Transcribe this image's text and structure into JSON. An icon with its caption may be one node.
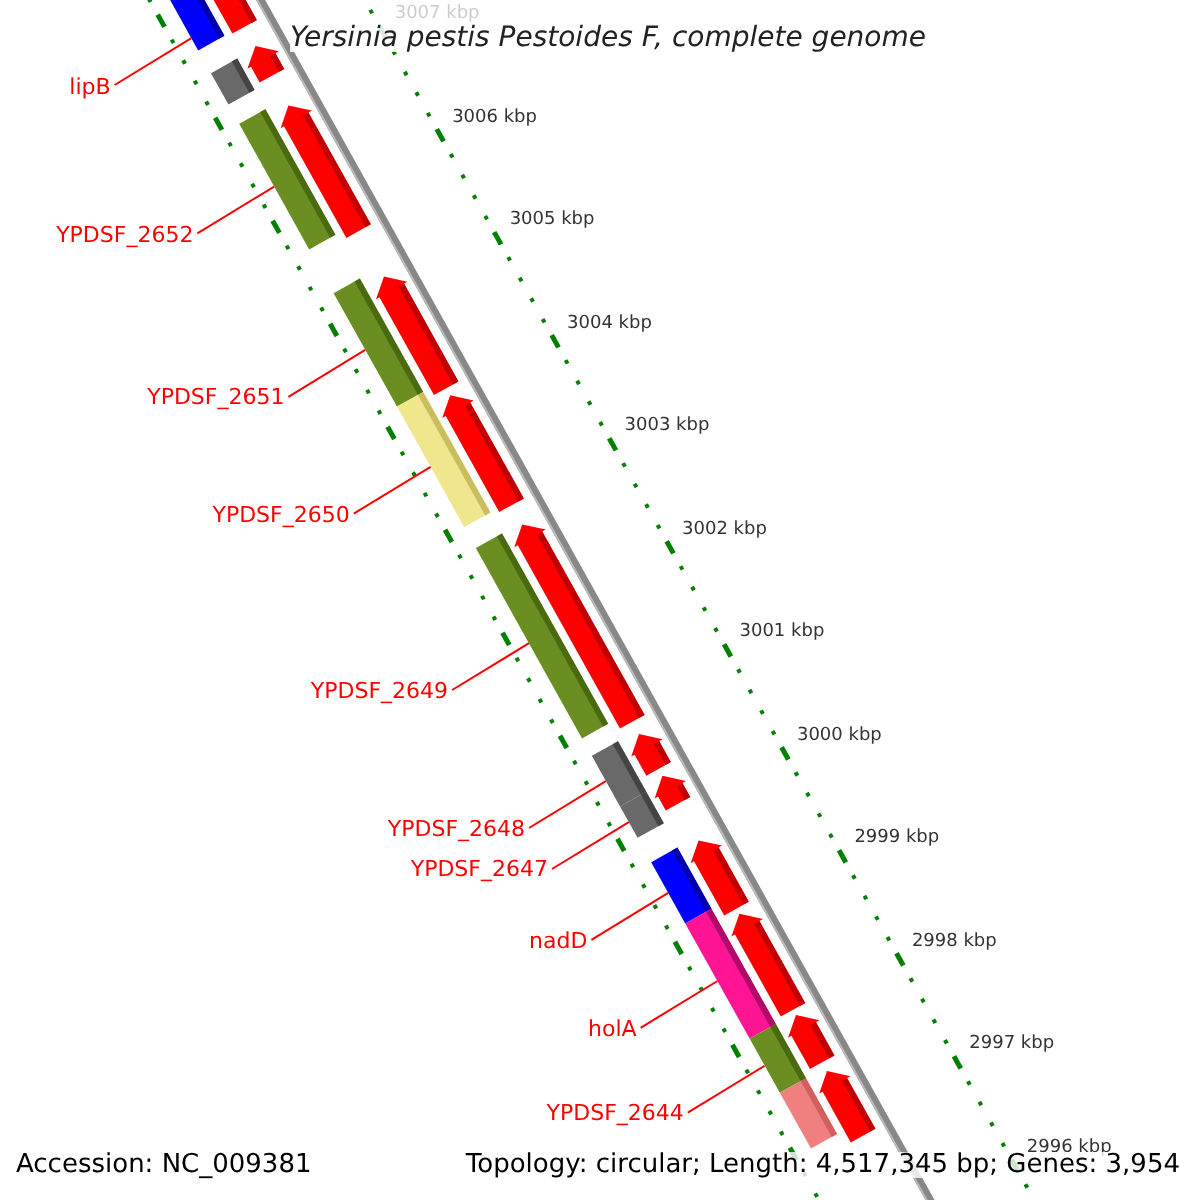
{
  "diagram": {
    "title": "Yersinia pestis Pestoides F, complete genome",
    "nodes": [
      {
        "text": [
          "lipB"
        ]
      },
      {
        "text": [
          "YPDSF_2652"
        ]
      },
      {
        "text": [
          "YPDSF_2651"
        ]
      },
      {
        "text": [
          "YPDSF_2650"
        ]
      },
      {
        "text": [
          "YPDSF_2649"
        ]
      },
      {
        "text": [
          "YPDSF_2648"
        ]
      },
      {
        "text": [
          "YPDSF_2647"
        ]
      },
      {
        "text": [
          "nadD"
        ]
      },
      {
        "text": [
          "holA"
        ]
      },
      {
        "text": [
          "YPDSF_2644"
        ]
      },
      {
        "text": [],
        "shape": "bar"
      },
      {
        "text": [],
        "shape": "bar"
      },
      {
        "text": [],
        "shape": "bar"
      },
      {
        "text": [],
        "shape": "bar"
      },
      {
        "text": [],
        "shape": "bar"
      },
      {
        "text": [],
        "shape": "bar"
      },
      {
        "text": [],
        "shape": "bar"
      },
      {
        "text": [],
        "shape": "bar"
      },
      {
        "text": [],
        "shape": "bar"
      },
      {
        "text": [],
        "shape": "bar"
      },
      {
        "text": [],
        "shape": "bar"
      },
      {
        "text": [],
        "shape": "bar"
      },
      {
        "text": [],
        "shape": "arrow"
      },
      {
        "text": [],
        "shape": "arrow"
      },
      {
        "text": [],
        "shape": "arrow"
      },
      {
        "text": [],
        "shape": "arrow"
      },
      {
        "text": [],
        "shape": "arrow"
      },
      {
        "text": [],
        "shape": "arrow"
      },
      {
        "text": [],
        "shape": "arrow"
      },
      {
        "text": [],
        "shape": "arrow"
      },
      {
        "text": [],
        "shape": "arrow"
      },
      {
        "text": [],
        "shape": "arrow"
      },
      {
        "text": [],
        "shape": "arrow"
      },
      {
        "text": [],
        "shape": "arrow"
      }
    ],
    "edges": [
      {
        "from": 0,
        "to": 10,
        "arrow": "none"
      },
      {
        "from": 1,
        "to": 12,
        "arrow": "none"
      },
      {
        "from": 2,
        "to": 13,
        "arrow": "none"
      },
      {
        "from": 3,
        "to": 14,
        "arrow": "none"
      },
      {
        "from": 4,
        "to": 15,
        "arrow": "none"
      },
      {
        "from": 5,
        "to": 16,
        "arrow": "none"
      },
      {
        "from": 6,
        "to": 17,
        "arrow": "none"
      },
      {
        "from": 7,
        "to": 18,
        "arrow": "none"
      },
      {
        "from": 8,
        "to": 19,
        "arrow": "none"
      },
      {
        "from": 9,
        "to": 20,
        "arrow": "none"
      }
    ],
    "labels": [
      "3007 kbp",
      "3006 kbp",
      "3005 kbp",
      "3004 kbp",
      "3003 kbp",
      "3002 kbp",
      "3001 kbp",
      "3000 kbp",
      "2999 kbp",
      "2998 kbp",
      "2997 kbp",
      "2996 kbp",
      "Accession: NC_009381",
      "Topology: circular; Length: 4,517,345 bp; Genes: 3,954"
    ]
  }
}
